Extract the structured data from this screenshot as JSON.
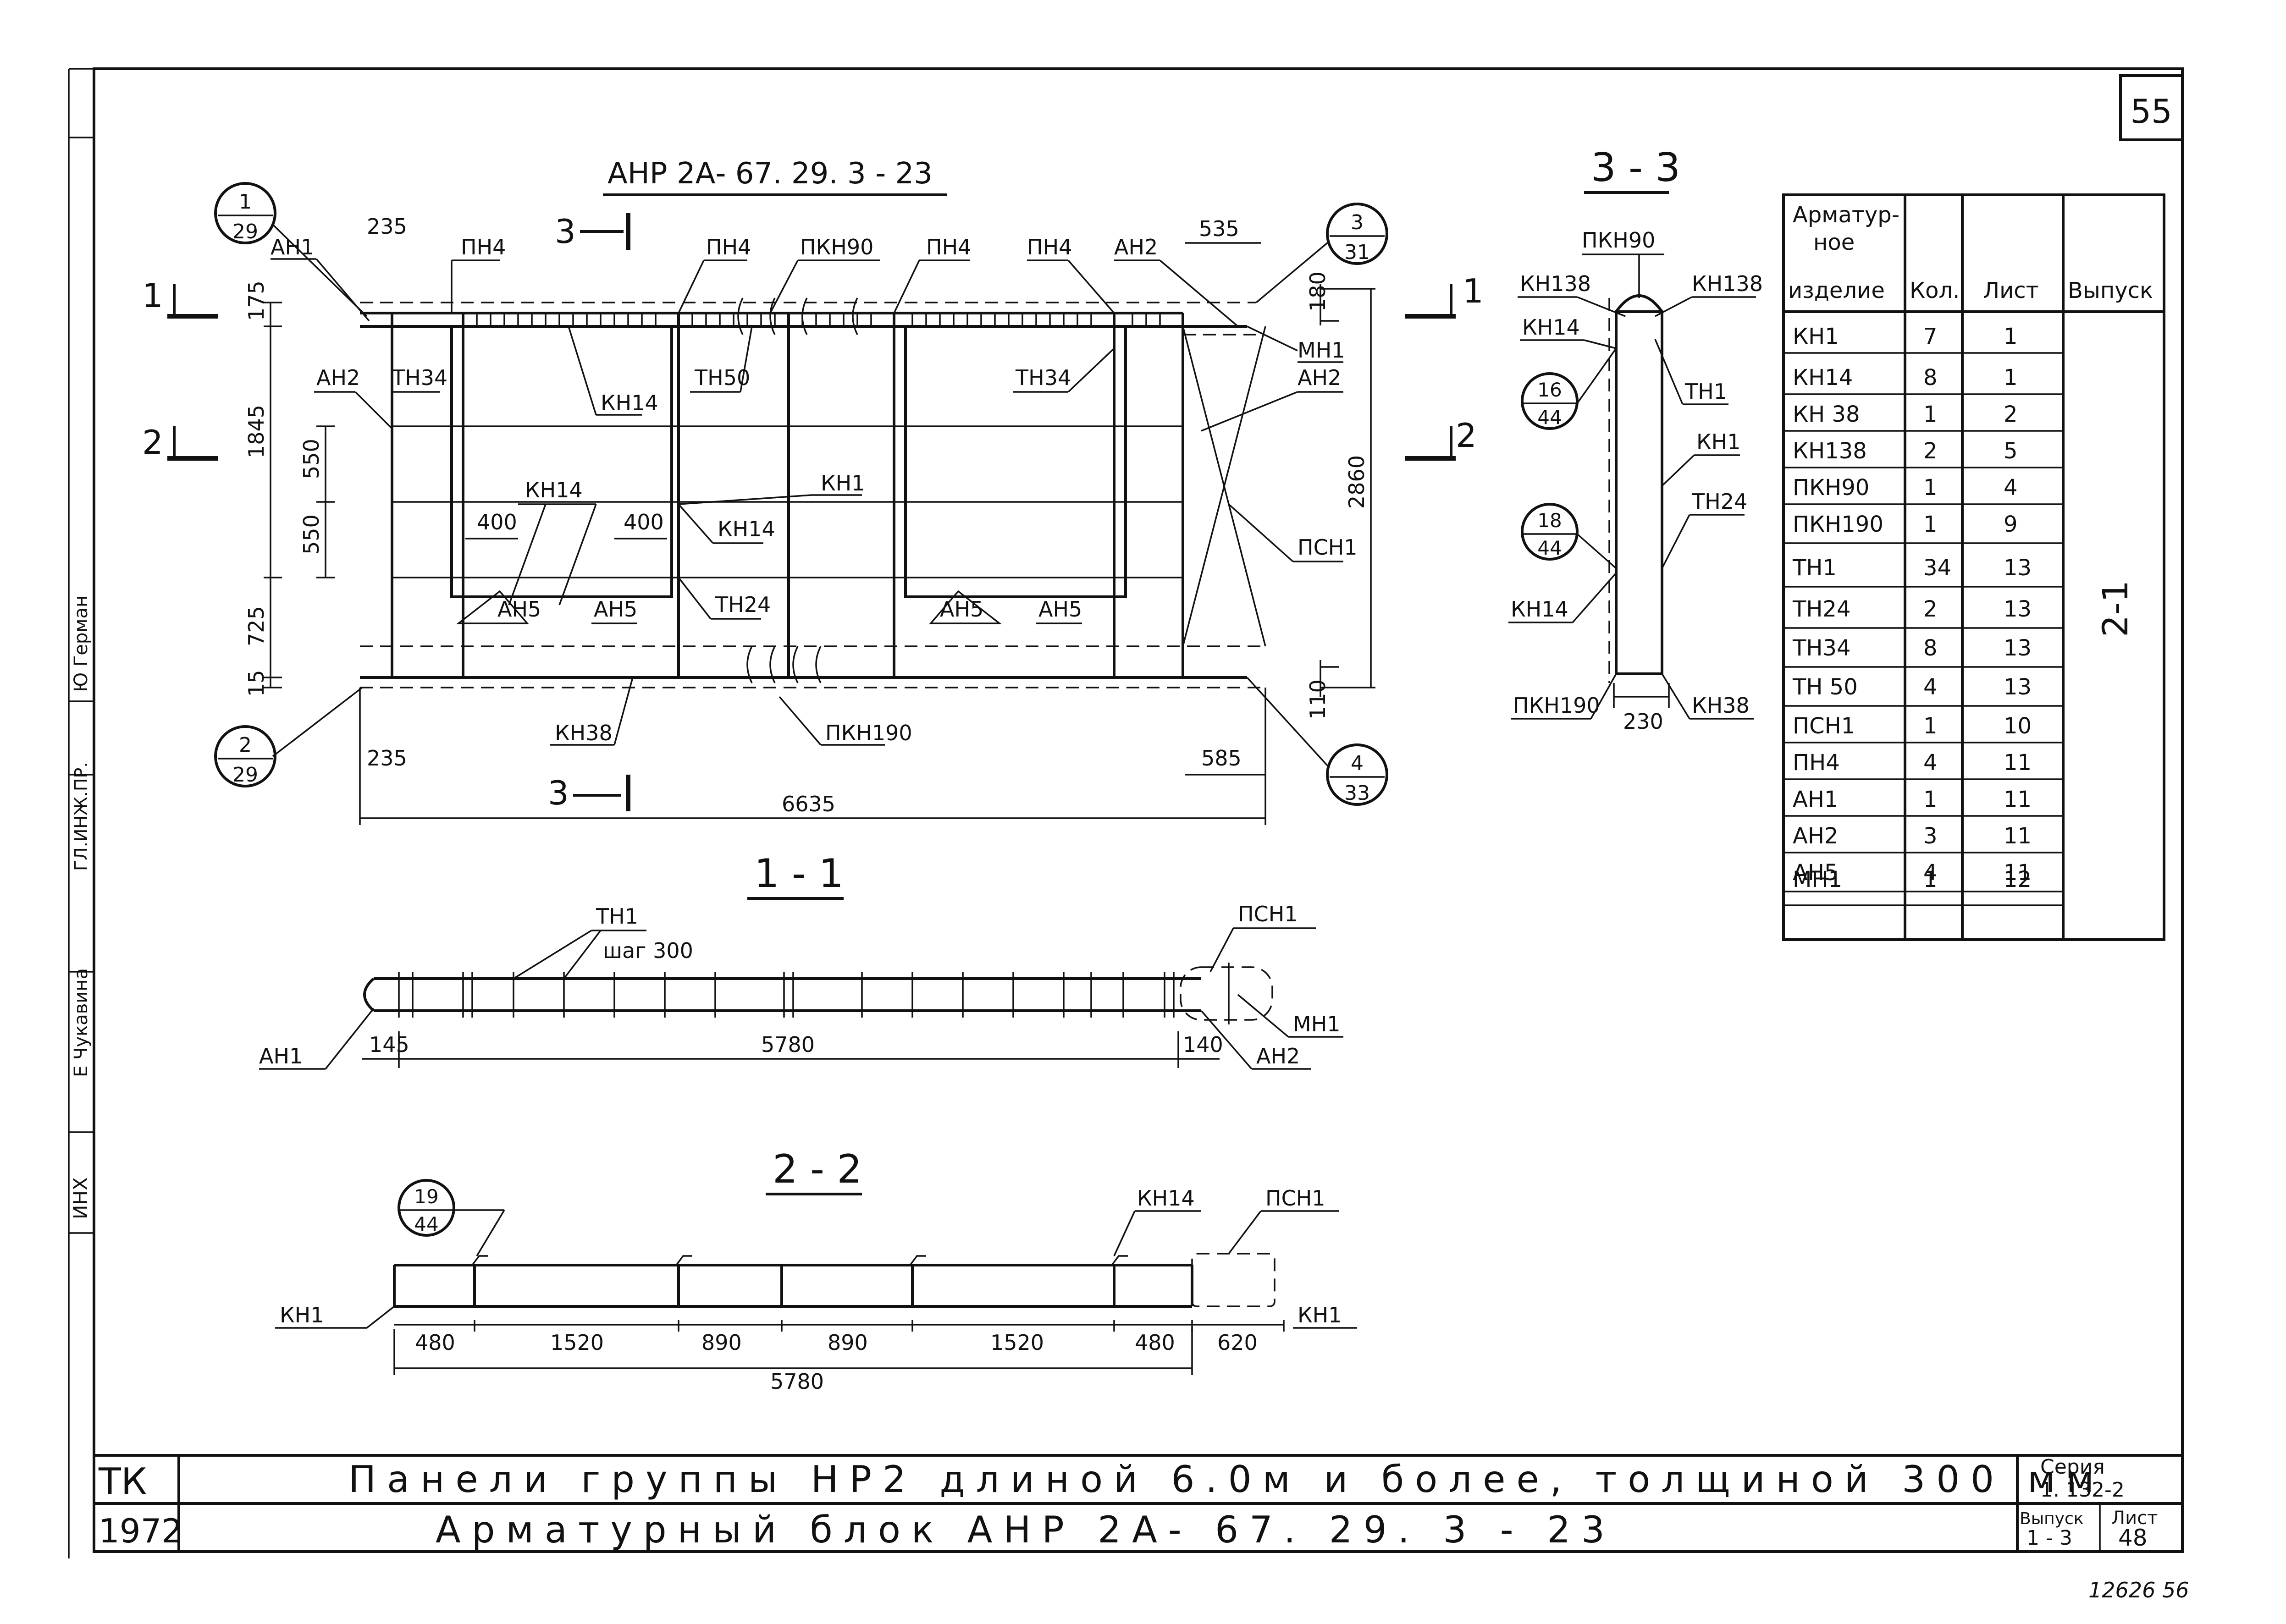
{
  "sheet_number": "55",
  "footer_code": "12626  56",
  "main_view": {
    "label": "АНР 2А- 67. 29. 3  - 23",
    "callouts": [
      {
        "top": "1",
        "bottom": "29"
      },
      {
        "top": "3",
        "bottom": "31"
      },
      {
        "top": "2",
        "bottom": "29"
      },
      {
        "top": "4",
        "bottom": "33"
      }
    ],
    "section_marks": [
      "3",
      "3",
      "1",
      "1",
      "2",
      "2"
    ],
    "labels": [
      "АН1",
      "ПН4",
      "ПН4",
      "ПКН90",
      "ПН4",
      "ПН4",
      "АН2",
      "АН2",
      "ТН34",
      "КН14",
      "ТН50",
      "ТН34",
      "МН1",
      "АН2",
      "КН1",
      "КН14",
      "КН14",
      "ТН24",
      "АН5",
      "АН5",
      "АН5",
      "АН5",
      "ПСН1",
      "КН38",
      "ПКН190"
    ],
    "dims": [
      "235",
      "535",
      "175",
      "180",
      "1845",
      "550",
      "550",
      "725",
      "15",
      "2860",
      "400",
      "400",
      "110",
      "235",
      "585",
      "6635"
    ]
  },
  "section_3_3": {
    "title": "3 - 3",
    "callouts": [
      {
        "top": "16",
        "bottom": "44"
      },
      {
        "top": "18",
        "bottom": "44"
      }
    ],
    "labels": [
      "ПКН90",
      "КН138",
      "КН138",
      "КН14",
      "ТН1",
      "КН1",
      "ТН24",
      "КН14",
      "ПКН190",
      "КН38"
    ],
    "dims": [
      "230"
    ]
  },
  "section_1_1": {
    "title": "1 - 1",
    "labels": [
      "ТН1",
      "шаг 300",
      "ПСН1",
      "МН1",
      "АН1",
      "АН2"
    ],
    "dims": [
      "145",
      "5780",
      "140"
    ]
  },
  "section_2_2": {
    "title": "2 - 2",
    "callout": {
      "top": "19",
      "bottom": "44"
    },
    "labels": [
      "КН14",
      "ПСН1",
      "КН1",
      "КН1"
    ],
    "dims": [
      "480",
      "1520",
      "890",
      "890",
      "1520",
      "480",
      "620",
      "5780"
    ]
  },
  "spec_table": {
    "headers": [
      "Арматур-",
      "ное",
      "изделие",
      "Кол.",
      "Лист",
      "Выпуск"
    ],
    "rows": [
      [
        "КН1",
        "7",
        "1"
      ],
      [
        "КН14",
        "8",
        "1"
      ],
      [
        "КН 38",
        "1",
        "2"
      ],
      [
        "КН138",
        "2",
        "5"
      ],
      [
        "ПКН90",
        "1",
        "4"
      ],
      [
        "ПКН190",
        "1",
        "9"
      ],
      [
        "ТН1",
        "34",
        "13"
      ],
      [
        "ТН24",
        "2",
        "13"
      ],
      [
        "ТН34",
        "8",
        "13"
      ],
      [
        "ТН 50",
        "4",
        "13"
      ],
      [
        "ПСН1",
        "1",
        "10"
      ],
      [
        "ПН4",
        "4",
        "11"
      ],
      [
        "АН1",
        "1",
        "11"
      ],
      [
        "АН2",
        "3",
        "11"
      ],
      [
        "АН5",
        "4",
        "11"
      ],
      [
        "МН1",
        "1",
        "12"
      ]
    ],
    "issue": "2-1"
  },
  "side_stamp": {
    "author": "Ю Герман",
    "checker": "Е Чукавина",
    "role": "ГЛ.ИНЖ.ПР.",
    "inh": "ИНХ"
  },
  "title_block": {
    "org": "ТК",
    "year": "1972",
    "line1": "Панели  группы  НР2  длиной  6.0м  и более,  толщиной  300 мм",
    "line2": "Арматурный  блок  АНР 2А- 67. 29. 3  - 23",
    "series_label": "Серия",
    "series_value": "1. 132-2",
    "issue_label": "Выпуск",
    "issue_value": "1 - 3",
    "sheet_label": "Лист",
    "sheet_value": "48"
  }
}
